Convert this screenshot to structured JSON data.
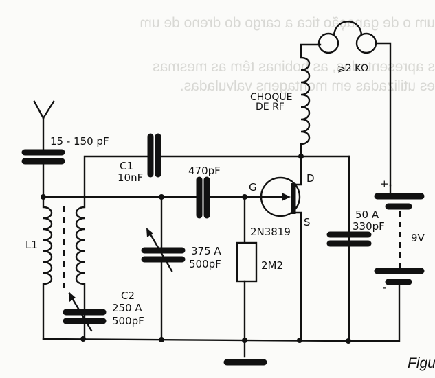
{
  "diagram": {
    "type": "circuit-schematic",
    "title_fragment": "Figu",
    "antenna_trimmer": {
      "label": "15 - 150 pF"
    },
    "c1": {
      "name": "C1",
      "value": "10nF"
    },
    "coupling_cap": {
      "value": "470pF"
    },
    "l1": {
      "name": "L1"
    },
    "c2": {
      "name": "C2",
      "type_line": "250 A",
      "value": "500pF"
    },
    "var_cap_375": {
      "type_line": "375 A",
      "value": "500pF"
    },
    "fet": {
      "part": "2N3819",
      "pin_gate": "G",
      "pin_drain": "D",
      "pin_source": "S"
    },
    "gate_resistor": {
      "value": "2M2"
    },
    "rf_choke": {
      "line1": "CHOQUE",
      "line2": "DE RF"
    },
    "headphones": {
      "label": "⩾2 KΩ"
    },
    "bypass_cap": {
      "type_line": "50 A",
      "value": "330pF"
    },
    "battery": {
      "voltage": "9V",
      "plus": "+",
      "minus": "-"
    }
  },
  "ghost_text": [
    "um o de ganação tica a cargo do dreno de um",
    "s apresentadas, as bobinas têm as mesmas",
    "es utilizadas em montagens valvuladas."
  ]
}
